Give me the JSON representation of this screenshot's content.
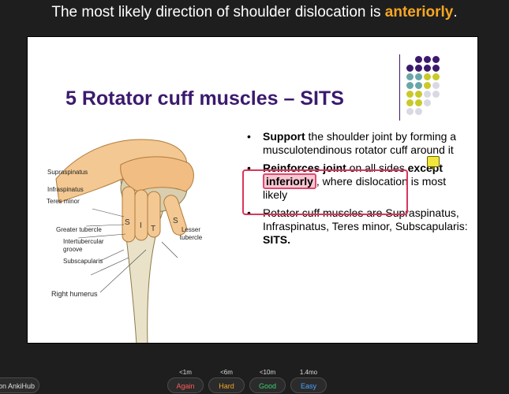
{
  "question": {
    "prefix": "The most likely direction of shoulder dislocation is ",
    "highlight": "anteriorly",
    "suffix": "."
  },
  "slide": {
    "title": "5 Rotator cuff muscles – SITS",
    "bullets": [
      {
        "bold": "Support",
        "rest": " the shoulder joint by forming a musculotendinous rotator cuff around it"
      },
      {
        "bold": "Reinforces joint",
        "rest1": " on all sides ",
        "bold2": "except",
        "highlight": "inferiorly",
        "rest2": ", where dislocation is most likely"
      },
      {
        "text": "Rotator cuff muscles are Supraspinatus, Infraspinatus, Teres minor, Subscapularis: ",
        "bold": "SITS."
      }
    ],
    "image_labels": {
      "supraspinatus": "Supraspinatus",
      "infraspinatus": "Infraspinatus",
      "teres_minor": "Teres minor",
      "greater_tubercle": "Greater tubercle",
      "intertubercular": "Intertubercular groove",
      "subscapularis": "Subscapularis",
      "lesser_tubercle": "Lesser tubercle",
      "right_humerus": "Right humerus",
      "finger_s1": "S",
      "finger_i": "I",
      "finger_t": "T",
      "finger_s2": "S"
    },
    "dot_colors": [
      "#3b1a6e",
      "#6aa6a8",
      "#c9c92a",
      "#d9d9e3"
    ]
  },
  "bottom": {
    "anki_button": "on AnkiHub",
    "answers": [
      {
        "interval": "<1m",
        "label": "Again",
        "color": "#ff5a5a"
      },
      {
        "interval": "<6m",
        "label": "Hard",
        "color": "#f5a623"
      },
      {
        "interval": "<10m",
        "label": "Good",
        "color": "#3ccf6d"
      },
      {
        "interval": "1.4mo",
        "label": "Easy",
        "color": "#4aa3ff"
      }
    ]
  }
}
